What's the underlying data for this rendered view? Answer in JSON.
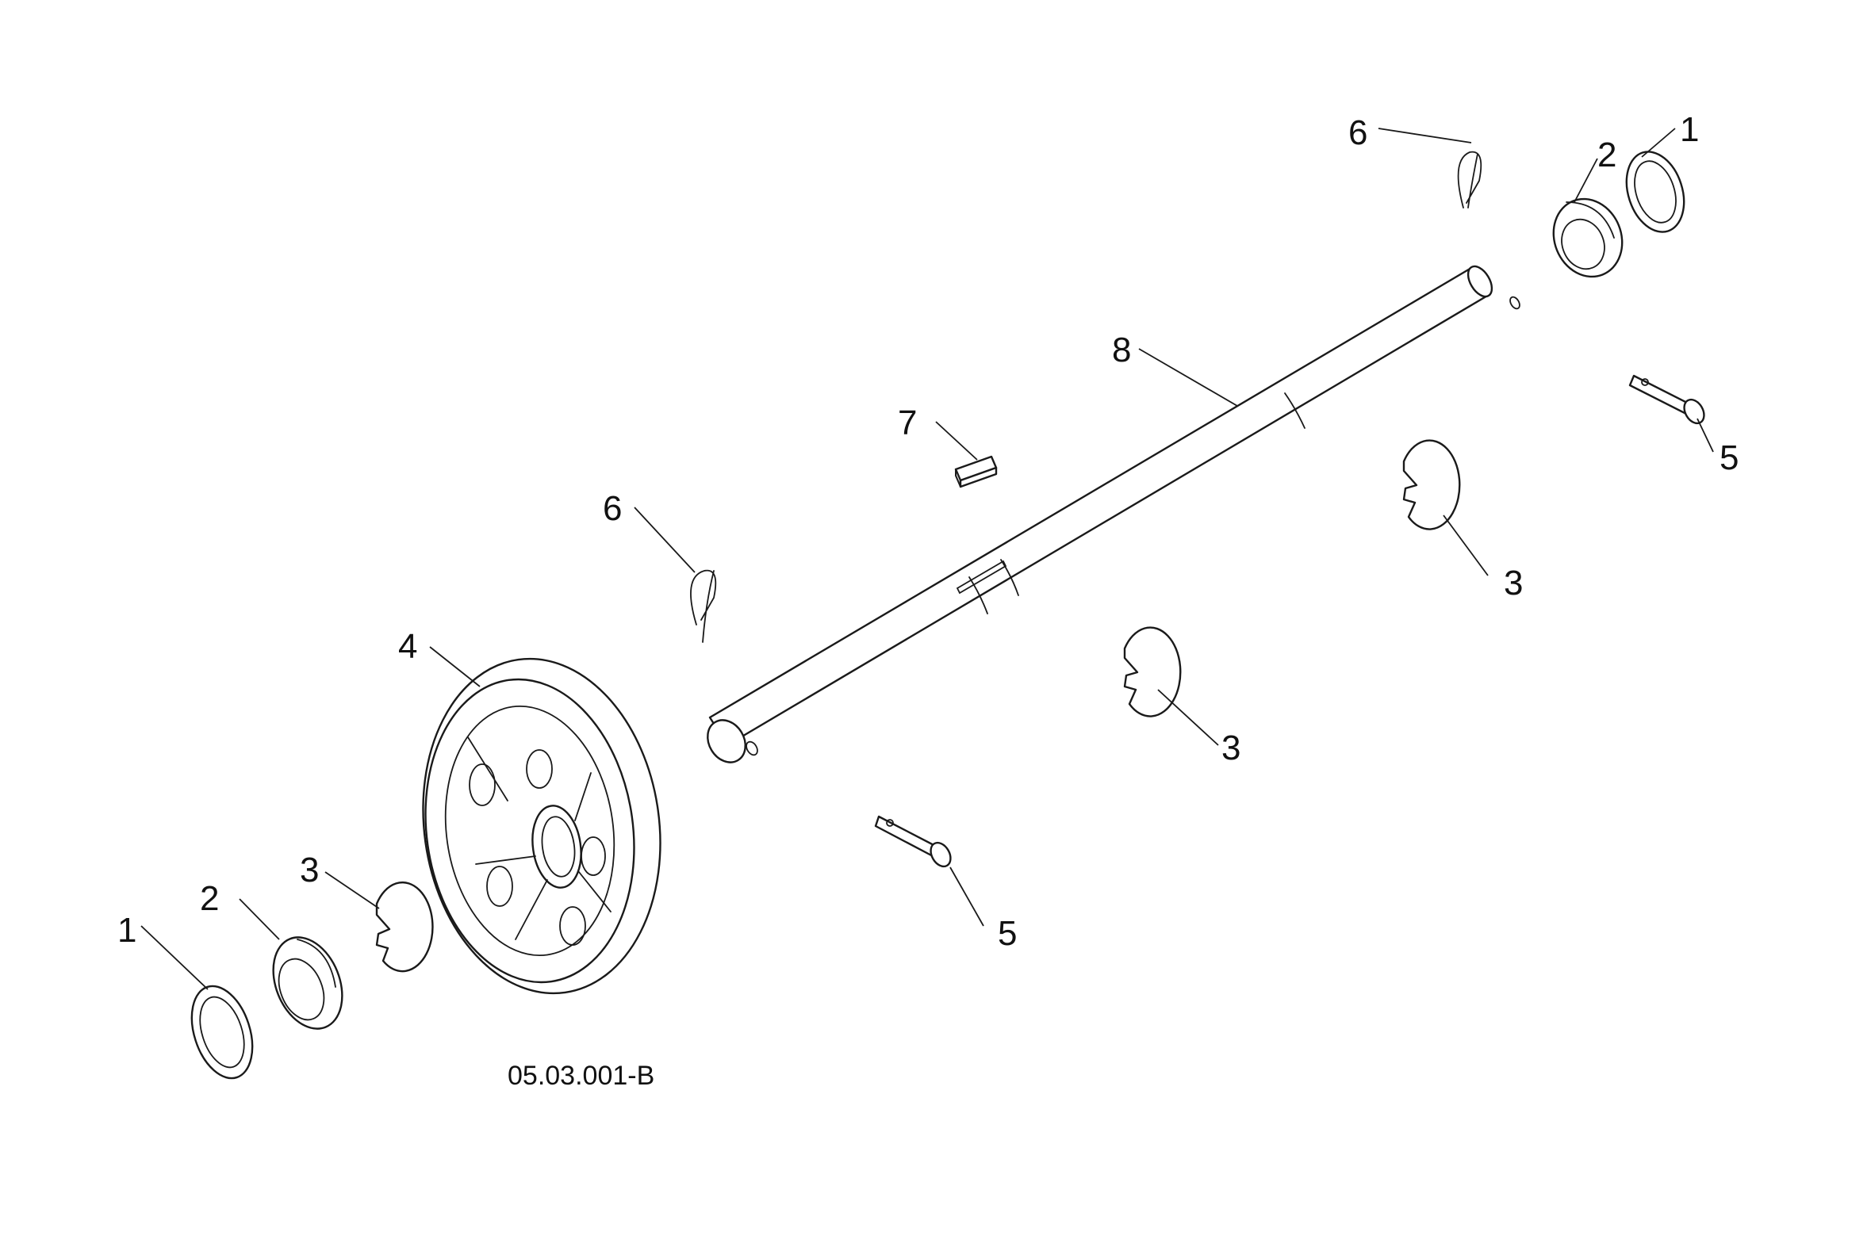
{
  "figure": {
    "reference_code": "05.03.001-B"
  },
  "callouts": [
    {
      "id": "c1a",
      "label": "1"
    },
    {
      "id": "c1b",
      "label": "1"
    },
    {
      "id": "c2a",
      "label": "2"
    },
    {
      "id": "c2b",
      "label": "2"
    },
    {
      "id": "c3a",
      "label": "3"
    },
    {
      "id": "c3b",
      "label": "3"
    },
    {
      "id": "c3c",
      "label": "3"
    },
    {
      "id": "c4",
      "label": "4"
    },
    {
      "id": "c5a",
      "label": "5"
    },
    {
      "id": "c5b",
      "label": "5"
    },
    {
      "id": "c6a",
      "label": "6"
    },
    {
      "id": "c6b",
      "label": "6"
    },
    {
      "id": "c7",
      "label": "7"
    },
    {
      "id": "c8",
      "label": "8"
    }
  ]
}
